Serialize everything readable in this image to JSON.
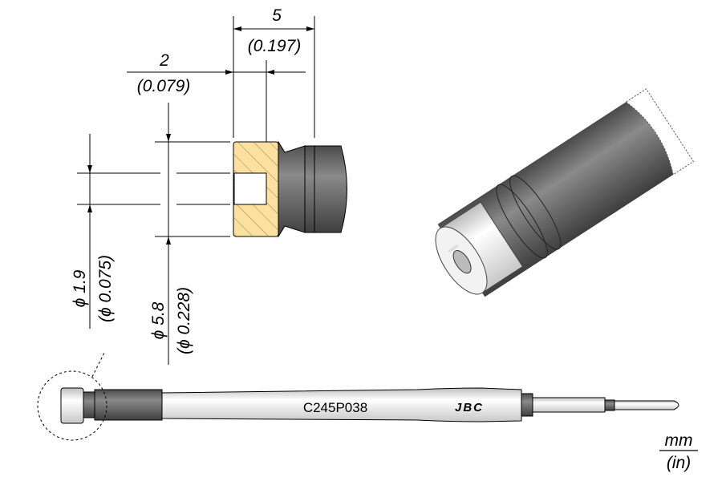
{
  "dimensions": {
    "length_mm": "5",
    "length_in": "(0.197)",
    "depth_mm": "2",
    "depth_in": "(0.079)",
    "inner_diameter_mm": "ϕ 1.9",
    "inner_diameter_in": "(ϕ 0.075)",
    "outer_diameter_mm": "ϕ 5.8",
    "outer_diameter_in": "(ϕ 0.228)"
  },
  "cartridge": {
    "model": "C245P038",
    "brand": "JBC"
  },
  "units": {
    "primary": "mm",
    "secondary": "(in)"
  },
  "colors": {
    "section": "#fbe0a0",
    "body_dark": "#6b6b6b",
    "tip_light": "#e8e8e8"
  }
}
